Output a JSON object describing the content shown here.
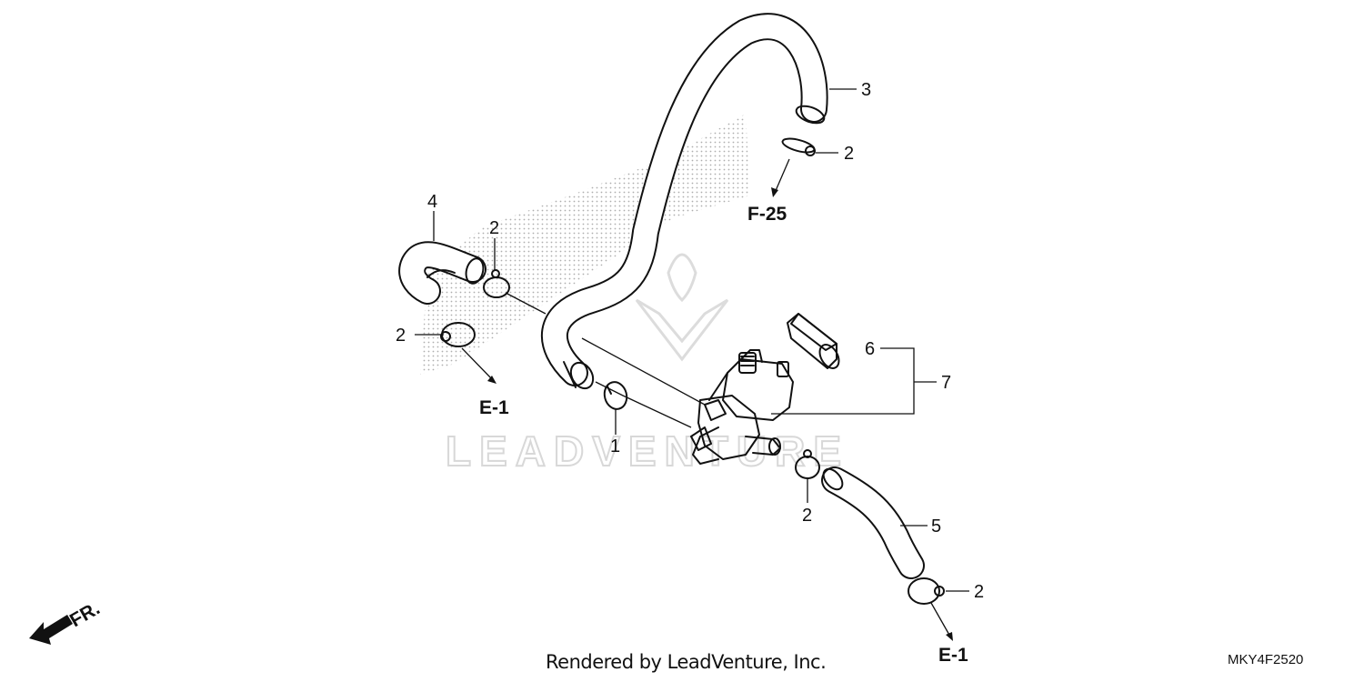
{
  "callouts": {
    "c1": "1",
    "c2a": "2",
    "c2b": "2",
    "c2c": "2",
    "c2d": "2",
    "c2e": "2",
    "c3": "3",
    "c4": "4",
    "c5": "5",
    "c6": "6",
    "c7": "7"
  },
  "references": {
    "f25": "F-25",
    "e1_left": "E-1",
    "e1_right": "E-1"
  },
  "front_marker": "FR.",
  "watermark": "LEADVENTURE",
  "footer": {
    "credit": "Rendered by LeadVenture, Inc.",
    "code": "MKY4F2520"
  }
}
